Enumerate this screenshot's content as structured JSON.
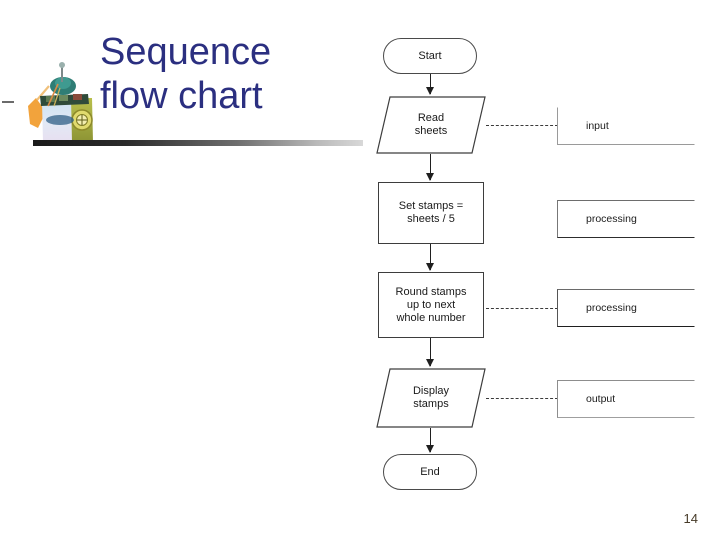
{
  "slide": {
    "title": "Sequence\nflow chart",
    "title_color": "#2b2f80",
    "page_number": "14",
    "background": "#ffffff"
  },
  "clipart": {
    "name": "decorative-clipart",
    "description": "small photo collage"
  },
  "flowchart": {
    "nodes": [
      {
        "id": "start",
        "label": "Start",
        "shape": "terminal"
      },
      {
        "id": "read",
        "label": "Read\nsheets",
        "shape": "parallelogram"
      },
      {
        "id": "set",
        "label": "Set stamps =\nsheets / 5",
        "shape": "rectangle"
      },
      {
        "id": "round",
        "label": "Round stamps\nup to next\nwhole number",
        "shape": "rectangle"
      },
      {
        "id": "display",
        "label": "Display\nstamps",
        "shape": "parallelogram"
      },
      {
        "id": "end",
        "label": "End",
        "shape": "terminal"
      }
    ],
    "annotations": [
      {
        "id": "ann-input",
        "label": "input"
      },
      {
        "id": "ann-processing-1",
        "label": "processing"
      },
      {
        "id": "ann-processing-2",
        "label": "processing"
      },
      {
        "id": "ann-output",
        "label": "output"
      }
    ]
  }
}
